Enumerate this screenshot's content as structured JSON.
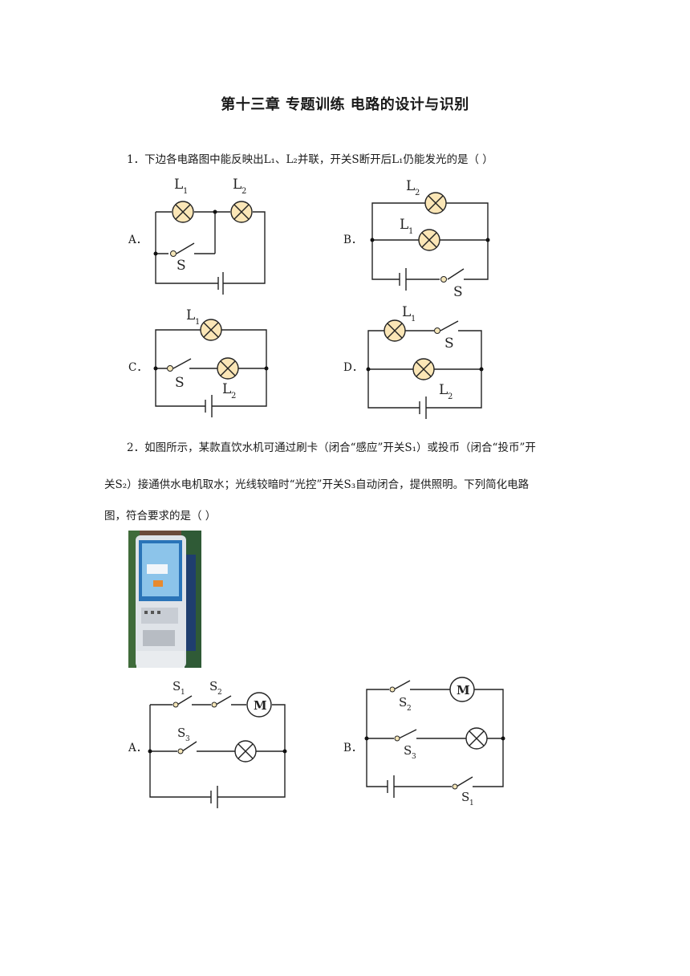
{
  "title": "第十三章  专题训练    电路的设计与识别",
  "q1": {
    "text": "1．下边各电路图中能反映出L₁、L₂并联，开关S断开后L₁仍能发光的是（        ）",
    "options": {
      "A": {
        "label": "A．",
        "lamp1": "L",
        "lamp1_sub": "1",
        "lamp2": "L",
        "lamp2_sub": "2",
        "switch": "S"
      },
      "B": {
        "label": "B．",
        "lamp1": "L",
        "lamp1_sub": "1",
        "lamp2": "L",
        "lamp2_sub": "2",
        "switch": "S"
      },
      "C": {
        "label": "C．",
        "lamp1": "L",
        "lamp1_sub": "1",
        "lamp2": "L",
        "lamp2_sub": "2",
        "switch": "S"
      },
      "D": {
        "label": "D．",
        "lamp1": "L",
        "lamp1_sub": "1",
        "lamp2": "L",
        "lamp2_sub": "2",
        "switch": "S"
      }
    }
  },
  "q2": {
    "line1": "2．如图所示，某款直饮水机可通过刷卡（闭合“感应”开关S₁）或投币（闭合“投币”开",
    "line2": "关S₂）接通供水电机取水；光线较暗时“光控”开关S₃自动闭合，提供照明。下列简化电路",
    "line3": "图，符合要求的是（        ）",
    "options": {
      "A": {
        "label": "A．",
        "s1": "S",
        "s1_sub": "1",
        "s2": "S",
        "s2_sub": "2",
        "s3": "S",
        "s3_sub": "3",
        "motor": "M"
      },
      "B": {
        "label": "B．",
        "s1": "S",
        "s1_sub": "1",
        "s2": "S",
        "s2_sub": "2",
        "s3": "S",
        "s3_sub": "3",
        "motor": "M"
      }
    }
  }
}
